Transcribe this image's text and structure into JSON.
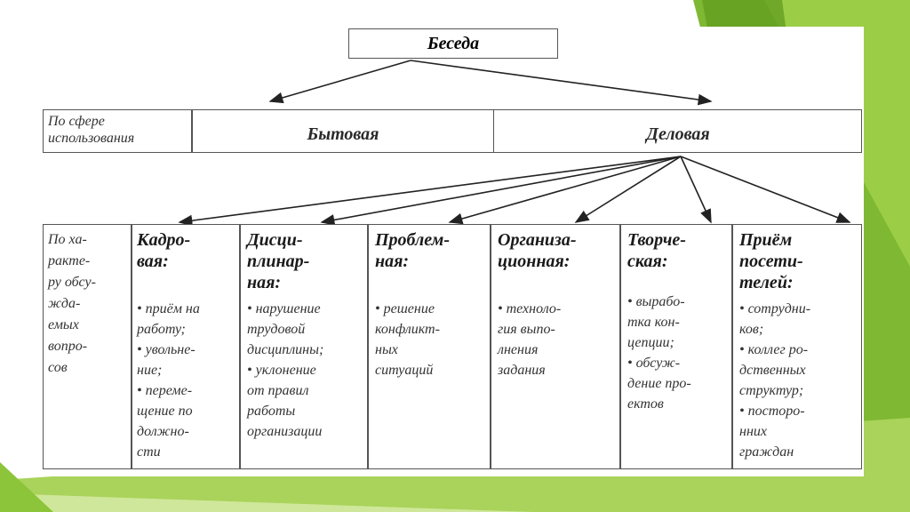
{
  "root": "Беседа",
  "sphere_label": [
    "По сфере",
    "использования"
  ],
  "types": [
    "Бытовая",
    "Деловая"
  ],
  "character_label": [
    "По ха-",
    "ракте-",
    "ру обсу-",
    "жда-",
    "емых",
    "вопро-",
    "сов"
  ],
  "columns": [
    {
      "title": [
        "Кадро-",
        "вая:"
      ],
      "items": [
        "• приём на",
        "работу;",
        "• увольне-",
        "ние;",
        "• переме-",
        "щение по",
        "должно-",
        "сти"
      ]
    },
    {
      "title": [
        "Дисци-",
        "плинар-",
        "ная:"
      ],
      "items": [
        "• нарушение",
        "трудовой",
        "дисциплины;",
        "• уклонение",
        "от правил",
        "работы",
        "организации"
      ]
    },
    {
      "title": [
        "Проблем-",
        "ная:"
      ],
      "items": [
        "• решение",
        "конфликт-",
        "ных",
        "ситуаций"
      ]
    },
    {
      "title": [
        "Организа-",
        "ционная:"
      ],
      "items": [
        "• техноло-",
        "гия выпо-",
        "лнения",
        "задания"
      ]
    },
    {
      "title": [
        "Творче-",
        "ская:"
      ],
      "items": [
        "• вырабо-",
        "тка кон-",
        "цепции;",
        "• обсуж-",
        "дение про-",
        "ектов"
      ]
    },
    {
      "title": [
        "Приём",
        "посети-",
        "телей:"
      ],
      "items": [
        "• сотрудни-",
        "ков;",
        "• коллег ро-",
        "дственных",
        "структур;",
        "• посторо-",
        "нних",
        "граждан"
      ]
    }
  ]
}
